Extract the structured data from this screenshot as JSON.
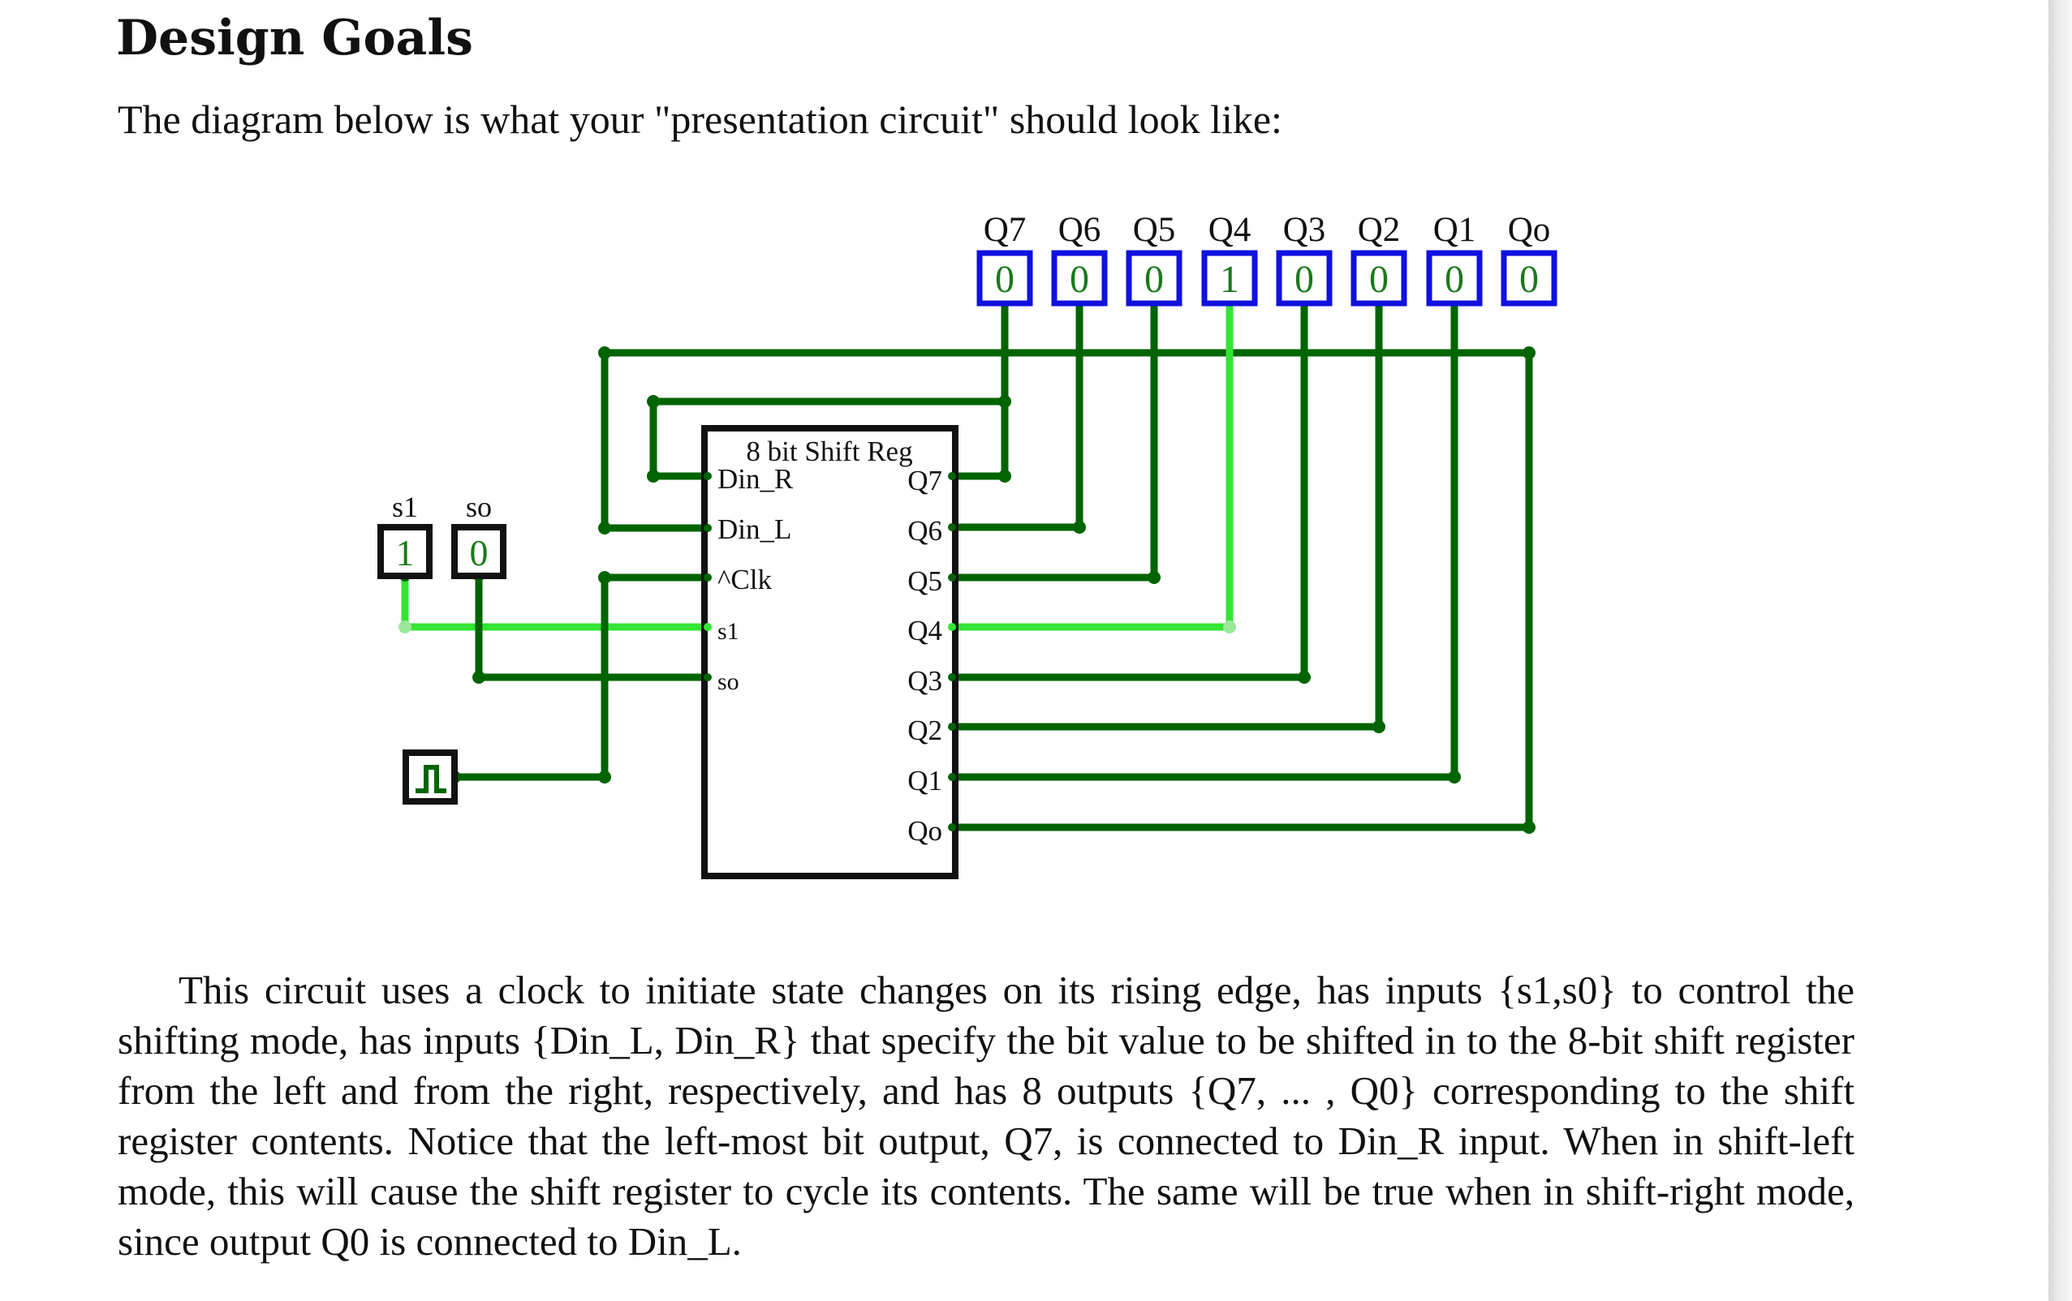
{
  "heading": "Design Goals",
  "intro": "The diagram below is what your \"presentation circuit\" should look like:",
  "circuit": {
    "register_title": "8 bit Shift Reg",
    "left_ports": [
      "Din_R",
      "Din_L",
      "^Clk",
      "s1",
      "so"
    ],
    "right_ports": [
      "Q7",
      "Q6",
      "Q5",
      "Q4",
      "Q3",
      "Q2",
      "Q1",
      "Qo"
    ],
    "outputs": [
      {
        "label": "Q7",
        "value": "0"
      },
      {
        "label": "Q6",
        "value": "0"
      },
      {
        "label": "Q5",
        "value": "0"
      },
      {
        "label": "Q4",
        "value": "1"
      },
      {
        "label": "Q3",
        "value": "0"
      },
      {
        "label": "Q2",
        "value": "0"
      },
      {
        "label": "Q1",
        "value": "0"
      },
      {
        "label": "Qo",
        "value": "0"
      }
    ],
    "inputs": [
      {
        "label": "s1",
        "value": "1"
      },
      {
        "label": "so",
        "value": "0"
      }
    ],
    "colors": {
      "wire_low": "#006400",
      "wire_high": "#33e633",
      "output_border": "#1010e0",
      "input_border": "#111111",
      "bit_text": "#1a7a1a"
    }
  },
  "paragraph": "This circuit uses a clock to initiate state changes on its rising edge, has inputs {s1,s0} to control the shifting mode, has inputs {Din_L, Din_R} that specify the bit value to be shifted in to the 8-bit shift register from the left and from the right, respectively, and has 8 outputs {Q7, ... , Q0} corresponding to the shift register contents. Notice that the left-most bit output, Q7, is connected to Din_R input. When in shift-left mode, this will cause the shift register to cycle its contents. The same will be true when in shift-right mode, since output Q0 is connected to Din_L."
}
